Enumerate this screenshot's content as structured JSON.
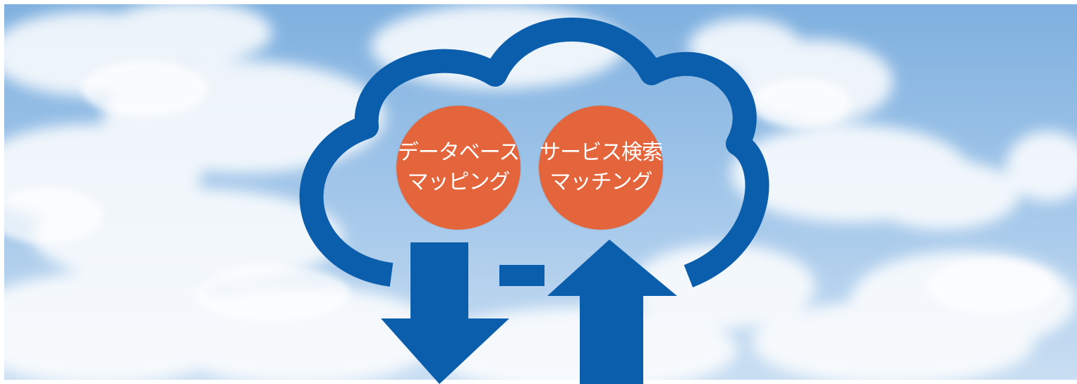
{
  "diagram": {
    "left_bubble": {
      "line1": "データベース",
      "line2": "マッピング"
    },
    "right_bubble": {
      "line1": "サービス検索",
      "line2": "マッチング"
    },
    "arrows": [
      "arrow-down-icon",
      "arrow-up-icon"
    ]
  },
  "colors": {
    "cloud_outline": "#0b5eab",
    "bubble_fill": "#e4653b",
    "bubble_text": "#ffffff",
    "sky": "#8fb8e0"
  }
}
